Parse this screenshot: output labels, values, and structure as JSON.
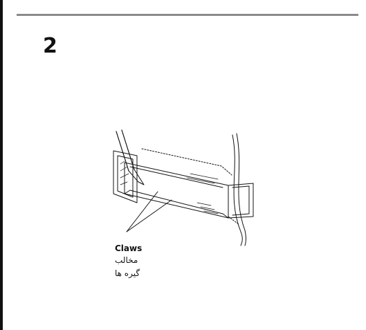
{
  "page": {
    "step_number": "2"
  },
  "figure": {
    "icon": "mounting-sleeve-removal-illustration"
  },
  "callout": {
    "label_en": "Claws",
    "label_ar": "مخالب",
    "label_fa": "گیره ها"
  },
  "colors": {
    "rule_top": "#8a8a8a",
    "rule_left": "#111111",
    "ink": "#111111"
  }
}
